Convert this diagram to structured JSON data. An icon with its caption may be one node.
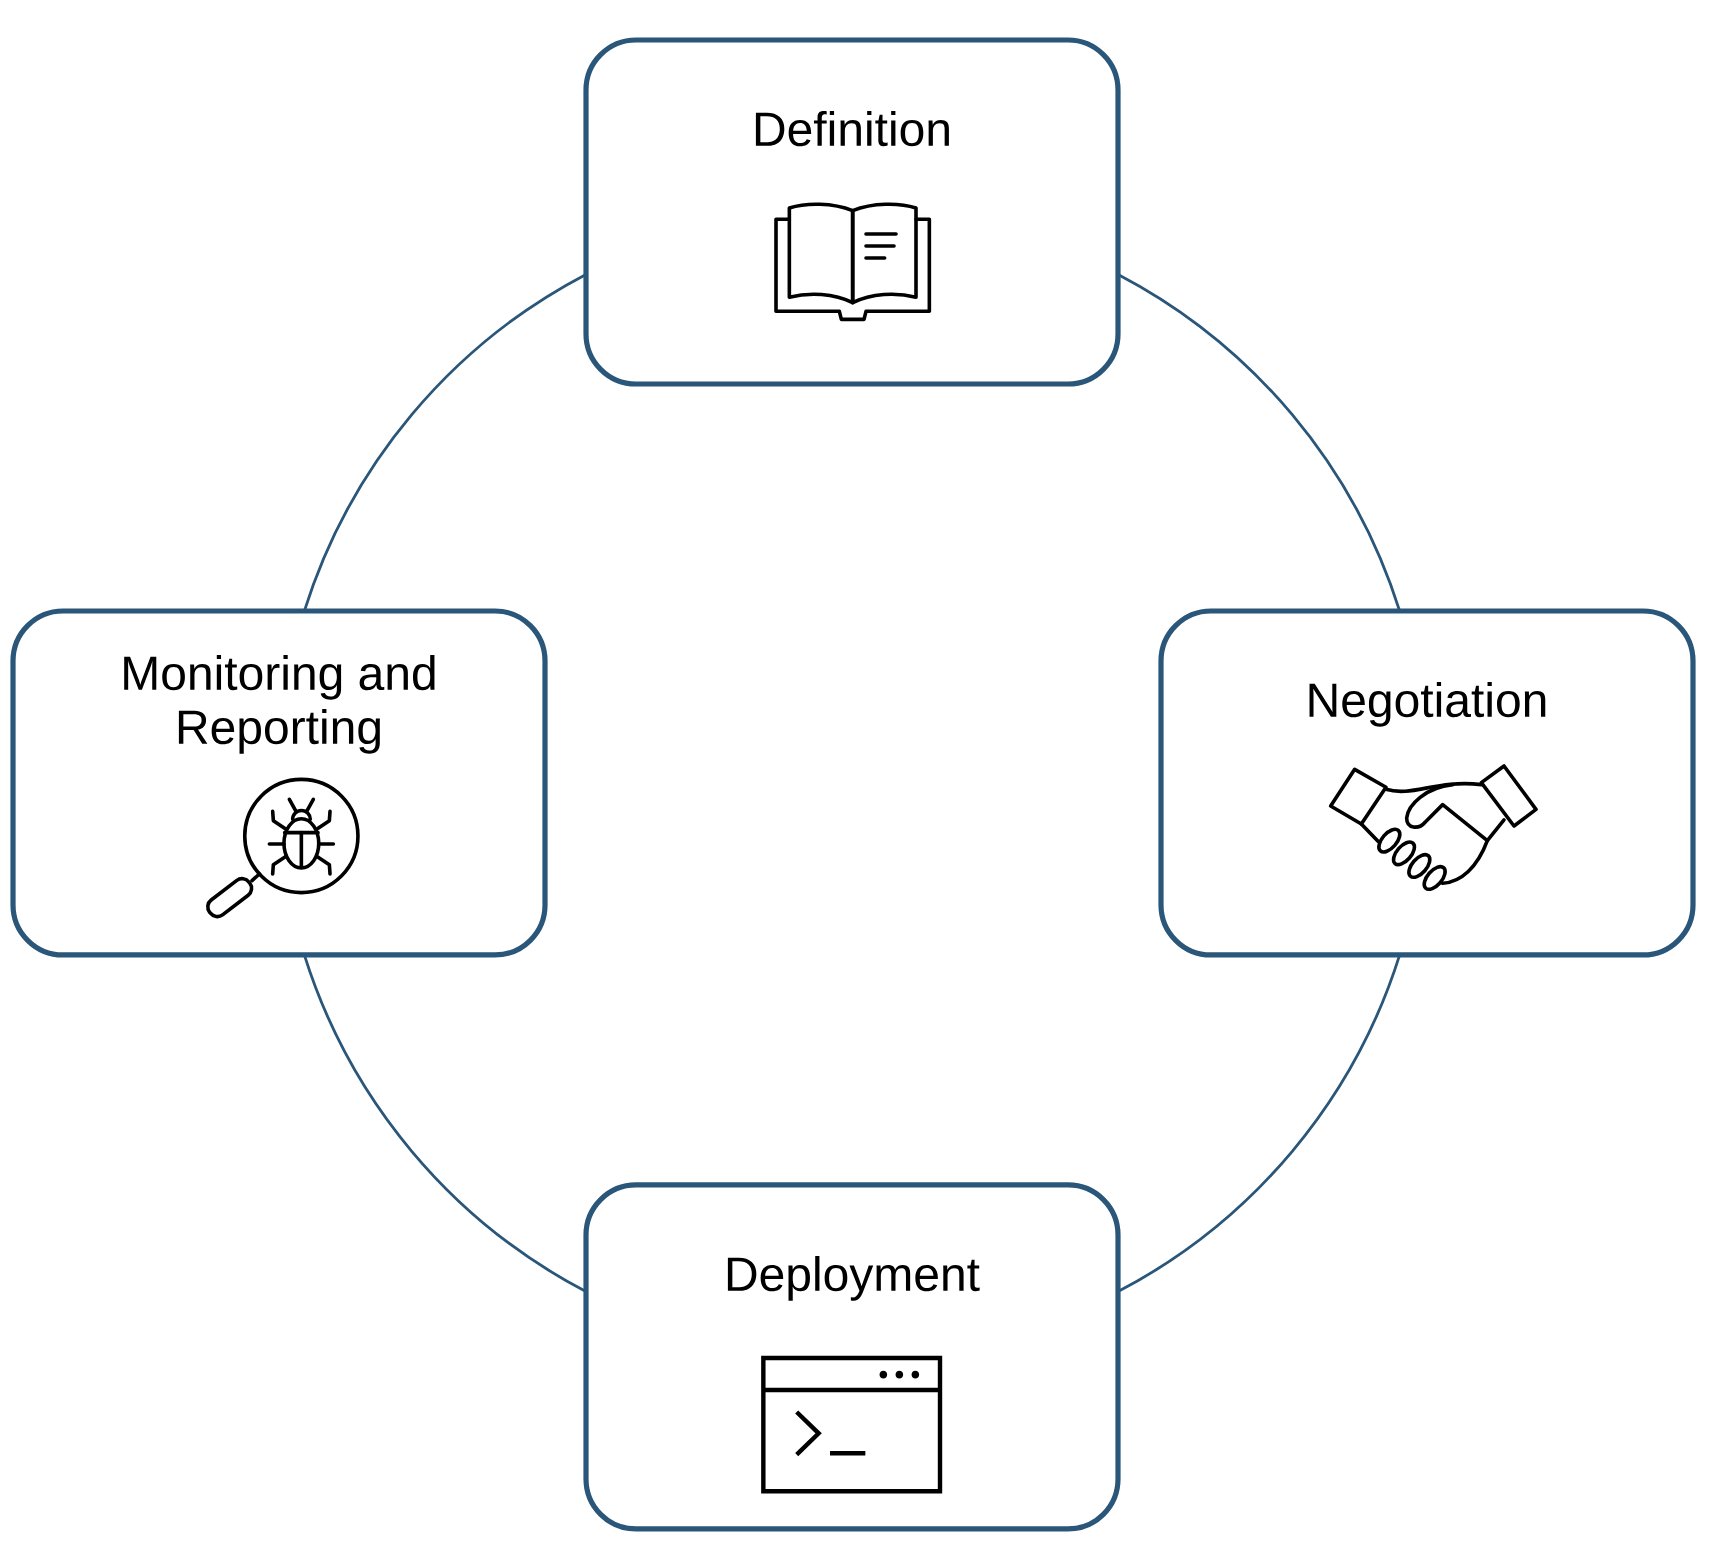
{
  "diagram": {
    "nodes": [
      {
        "text": [
          "Definition"
        ]
      },
      {
        "text": [
          "Monitoring and Reporting"
        ]
      },
      {
        "text": [
          "Negotiation"
        ]
      },
      {
        "text": [
          "Deployment"
        ]
      }
    ],
    "edges": [
      {
        "from": 0,
        "to": 2,
        "arrow": "none"
      },
      {
        "from": 2,
        "to": 3,
        "arrow": "none"
      },
      {
        "from": 3,
        "to": 1,
        "arrow": "none"
      },
      {
        "from": 1,
        "to": 0,
        "arrow": "none"
      }
    ]
  }
}
